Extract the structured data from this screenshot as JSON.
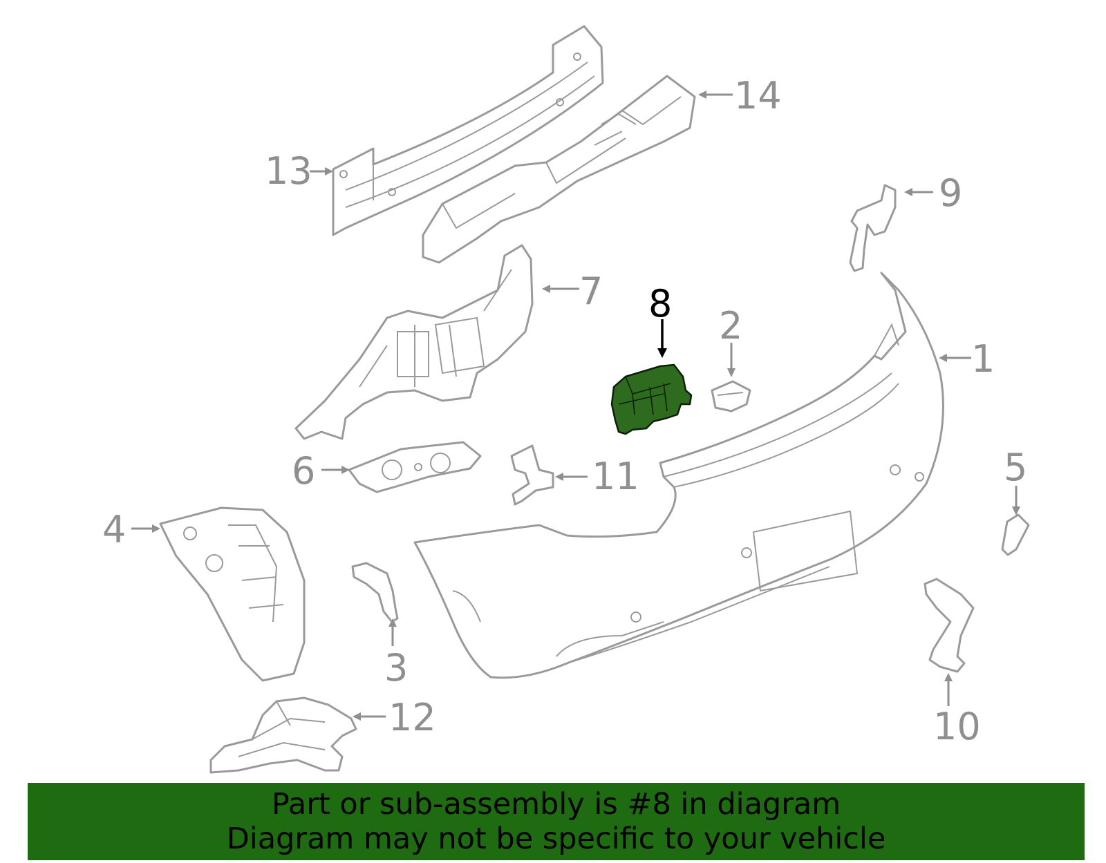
{
  "diagram": {
    "callouts": [
      {
        "id": "1",
        "label": "1"
      },
      {
        "id": "2",
        "label": "2"
      },
      {
        "id": "3",
        "label": "3"
      },
      {
        "id": "4",
        "label": "4"
      },
      {
        "id": "5",
        "label": "5"
      },
      {
        "id": "6",
        "label": "6"
      },
      {
        "id": "7",
        "label": "7"
      },
      {
        "id": "8",
        "label": "8"
      },
      {
        "id": "9",
        "label": "9"
      },
      {
        "id": "10",
        "label": "10"
      },
      {
        "id": "11",
        "label": "11"
      },
      {
        "id": "12",
        "label": "12"
      },
      {
        "id": "13",
        "label": "13"
      },
      {
        "id": "14",
        "label": "14"
      }
    ],
    "highlighted_part": "8",
    "highlight_color": "#2e6b1f"
  },
  "banner": {
    "line1": "Part or sub-assembly is #8 in diagram",
    "line2": "Diagram may not be specific to your vehicle",
    "background": "#1e6b12"
  }
}
